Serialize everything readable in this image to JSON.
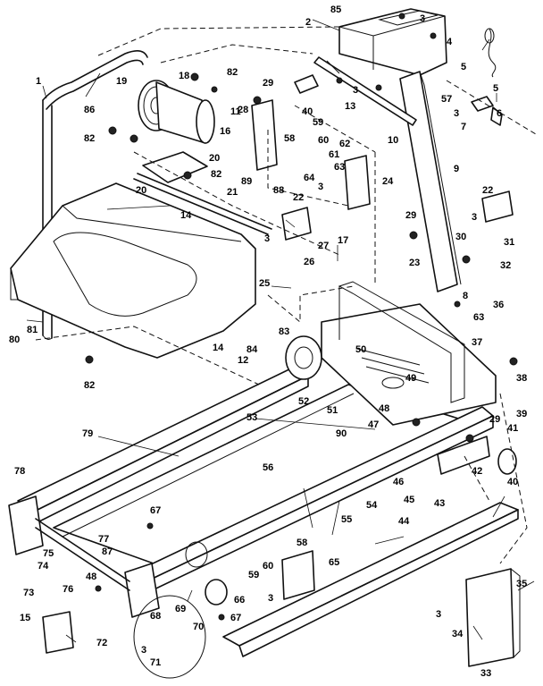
{
  "callouts": [
    {
      "id": "c1",
      "text": "1"
    },
    {
      "id": "c2",
      "text": "2"
    },
    {
      "id": "c3a",
      "text": "3"
    },
    {
      "id": "c3b",
      "text": "3"
    },
    {
      "id": "c3c",
      "text": "3"
    },
    {
      "id": "c3d",
      "text": "3"
    },
    {
      "id": "c3e",
      "text": "3"
    },
    {
      "id": "c3f",
      "text": "3"
    },
    {
      "id": "c3g",
      "text": "3"
    },
    {
      "id": "c3h",
      "text": "3"
    },
    {
      "id": "c3i",
      "text": "3"
    },
    {
      "id": "c4",
      "text": "4"
    },
    {
      "id": "c5a",
      "text": "5"
    },
    {
      "id": "c5b",
      "text": "5"
    },
    {
      "id": "c6",
      "text": "6"
    },
    {
      "id": "c7",
      "text": "7"
    },
    {
      "id": "c8",
      "text": "8"
    },
    {
      "id": "c9",
      "text": "9"
    },
    {
      "id": "c10",
      "text": "10"
    },
    {
      "id": "c11",
      "text": "11"
    },
    {
      "id": "c12",
      "text": "12"
    },
    {
      "id": "c13",
      "text": "13"
    },
    {
      "id": "c14a",
      "text": "14"
    },
    {
      "id": "c14b",
      "text": "14"
    },
    {
      "id": "c15",
      "text": "15"
    },
    {
      "id": "c16",
      "text": "16"
    },
    {
      "id": "c17",
      "text": "17"
    },
    {
      "id": "c18",
      "text": "18"
    },
    {
      "id": "c19",
      "text": "19"
    },
    {
      "id": "c20a",
      "text": "20"
    },
    {
      "id": "c20b",
      "text": "20"
    },
    {
      "id": "c21",
      "text": "21"
    },
    {
      "id": "c22a",
      "text": "22"
    },
    {
      "id": "c22b",
      "text": "22"
    },
    {
      "id": "c23",
      "text": "23"
    },
    {
      "id": "c24",
      "text": "24"
    },
    {
      "id": "c25",
      "text": "25"
    },
    {
      "id": "c26",
      "text": "26"
    },
    {
      "id": "c27",
      "text": "27"
    },
    {
      "id": "c28",
      "text": "28"
    },
    {
      "id": "c29a",
      "text": "29"
    },
    {
      "id": "c29b",
      "text": "29"
    },
    {
      "id": "c29c",
      "text": "29"
    },
    {
      "id": "c30",
      "text": "30"
    },
    {
      "id": "c31",
      "text": "31"
    },
    {
      "id": "c32",
      "text": "32"
    },
    {
      "id": "c33",
      "text": "33"
    },
    {
      "id": "c34",
      "text": "34"
    },
    {
      "id": "c35",
      "text": "35"
    },
    {
      "id": "c36",
      "text": "36"
    },
    {
      "id": "c37",
      "text": "37"
    },
    {
      "id": "c38",
      "text": "38"
    },
    {
      "id": "c39",
      "text": "39"
    },
    {
      "id": "c40a",
      "text": "40"
    },
    {
      "id": "c40b",
      "text": "40"
    },
    {
      "id": "c41",
      "text": "41"
    },
    {
      "id": "c42",
      "text": "42"
    },
    {
      "id": "c43",
      "text": "43"
    },
    {
      "id": "c44",
      "text": "44"
    },
    {
      "id": "c45",
      "text": "45"
    },
    {
      "id": "c46",
      "text": "46"
    },
    {
      "id": "c47",
      "text": "47"
    },
    {
      "id": "c48a",
      "text": "48"
    },
    {
      "id": "c48b",
      "text": "48"
    },
    {
      "id": "c49",
      "text": "49"
    },
    {
      "id": "c50",
      "text": "50"
    },
    {
      "id": "c51",
      "text": "51"
    },
    {
      "id": "c52",
      "text": "52"
    },
    {
      "id": "c53",
      "text": "53"
    },
    {
      "id": "c54",
      "text": "54"
    },
    {
      "id": "c55",
      "text": "55"
    },
    {
      "id": "c56",
      "text": "56"
    },
    {
      "id": "c57",
      "text": "57"
    },
    {
      "id": "c58a",
      "text": "58"
    },
    {
      "id": "c58b",
      "text": "58"
    },
    {
      "id": "c59a",
      "text": "59"
    },
    {
      "id": "c59b",
      "text": "59"
    },
    {
      "id": "c60a",
      "text": "60"
    },
    {
      "id": "c60b",
      "text": "60"
    },
    {
      "id": "c61",
      "text": "61"
    },
    {
      "id": "c62",
      "text": "62"
    },
    {
      "id": "c63a",
      "text": "63"
    },
    {
      "id": "c63b",
      "text": "63"
    },
    {
      "id": "c64",
      "text": "64"
    },
    {
      "id": "c65",
      "text": "65"
    },
    {
      "id": "c66",
      "text": "66"
    },
    {
      "id": "c67a",
      "text": "67"
    },
    {
      "id": "c67b",
      "text": "67"
    },
    {
      "id": "c68",
      "text": "68"
    },
    {
      "id": "c69",
      "text": "69"
    },
    {
      "id": "c70",
      "text": "70"
    },
    {
      "id": "c71",
      "text": "71"
    },
    {
      "id": "c72",
      "text": "72"
    },
    {
      "id": "c73",
      "text": "73"
    },
    {
      "id": "c74",
      "text": "74"
    },
    {
      "id": "c75",
      "text": "75"
    },
    {
      "id": "c76",
      "text": "76"
    },
    {
      "id": "c77",
      "text": "77"
    },
    {
      "id": "c78",
      "text": "78"
    },
    {
      "id": "c79",
      "text": "79"
    },
    {
      "id": "c80",
      "text": "80"
    },
    {
      "id": "c81",
      "text": "81"
    },
    {
      "id": "c82a",
      "text": "82"
    },
    {
      "id": "c82b",
      "text": "82"
    },
    {
      "id": "c82c",
      "text": "82"
    },
    {
      "id": "c82d",
      "text": "82"
    },
    {
      "id": "c83",
      "text": "83"
    },
    {
      "id": "c84",
      "text": "84"
    },
    {
      "id": "c85",
      "text": "85"
    },
    {
      "id": "c86",
      "text": "86"
    },
    {
      "id": "c87",
      "text": "87"
    },
    {
      "id": "c88",
      "text": "88"
    },
    {
      "id": "c89",
      "text": "89"
    },
    {
      "id": "c90",
      "text": "90"
    }
  ]
}
